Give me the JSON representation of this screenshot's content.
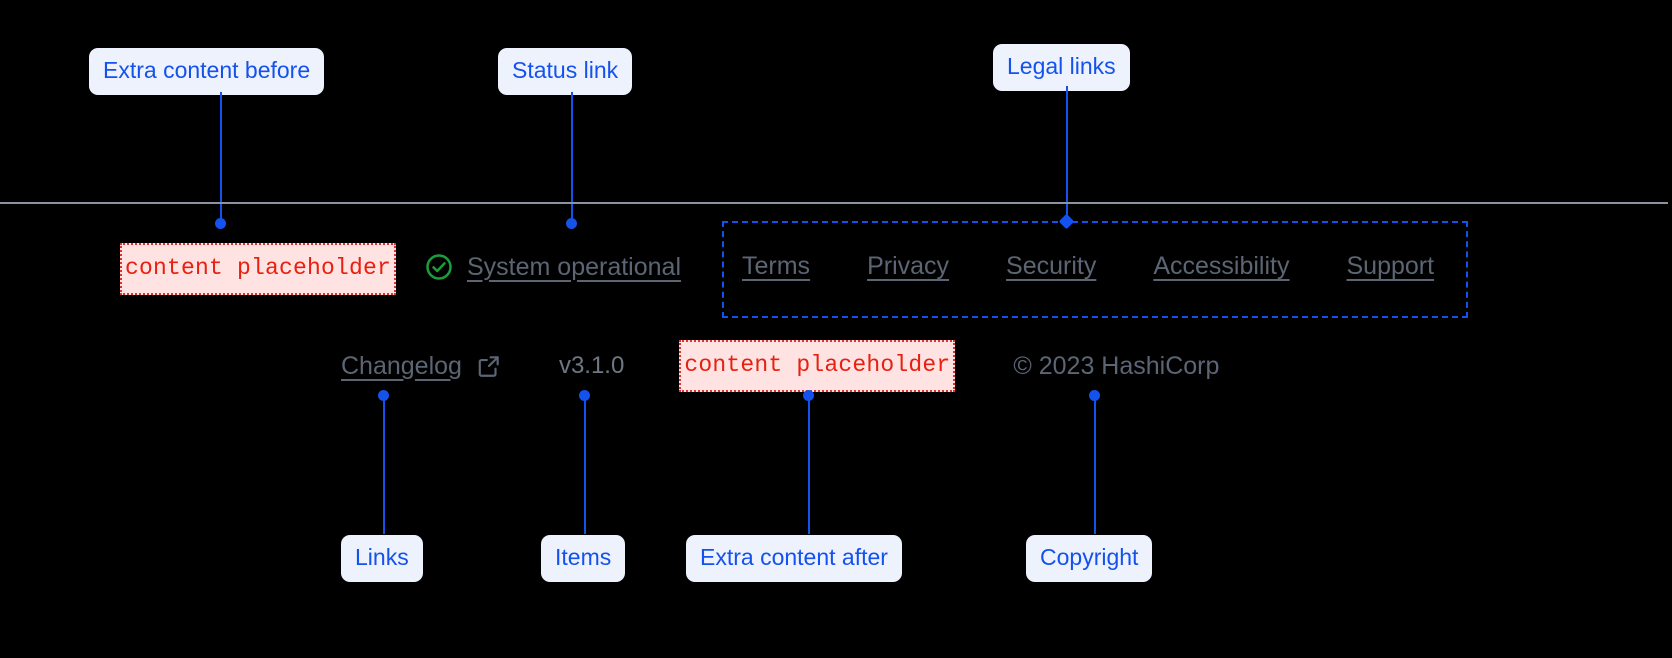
{
  "annotations": {
    "extra_before": "Extra content before",
    "status_link": "Status link",
    "legal_links": "Legal links",
    "links": "Links",
    "items": "Items",
    "extra_after": "Extra content after",
    "copyright": "Copyright"
  },
  "footer": {
    "placeholder_before": "content placeholder",
    "placeholder_after": "content placeholder",
    "status": {
      "icon": "circle-check-icon",
      "label": "System operational"
    },
    "legal": [
      {
        "label": "Terms"
      },
      {
        "label": "Privacy"
      },
      {
        "label": "Security"
      },
      {
        "label": "Accessibility"
      },
      {
        "label": "Support"
      }
    ],
    "changelog": {
      "label": "Changelog",
      "icon": "external-link-icon"
    },
    "version": "v3.1.0",
    "copyright": "© 2023 HashiCorp"
  },
  "colors": {
    "background": "#000000",
    "annotation_blue": "#1452ee",
    "annotation_bubble_bg": "#eef2fd",
    "placeholder_red": "#e8200f",
    "placeholder_bg": "#ffe3e3",
    "link_grey": "#5c6573",
    "divider_grey": "#8b93a1",
    "status_green": "#1a9e3c"
  }
}
